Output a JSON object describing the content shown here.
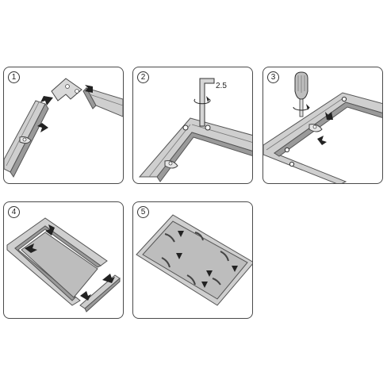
{
  "steps": [
    {
      "number": "1"
    },
    {
      "number": "2",
      "hex_key_size": "2.5"
    },
    {
      "number": "3"
    },
    {
      "number": "4"
    },
    {
      "number": "5"
    }
  ],
  "colors": {
    "frame_profile": "#c9c9c9",
    "frame_edge": "#555555",
    "frame_inner": "#9a9a9a",
    "backing_board": "#bdbdbd",
    "arrow": "#222222",
    "panel_border": "#4a4a4a"
  },
  "icons": [
    "corner-bracket-icon",
    "screw-icon",
    "hex-key-icon",
    "screwdriver-icon",
    "spring-clip-icon",
    "arrow-icon"
  ]
}
